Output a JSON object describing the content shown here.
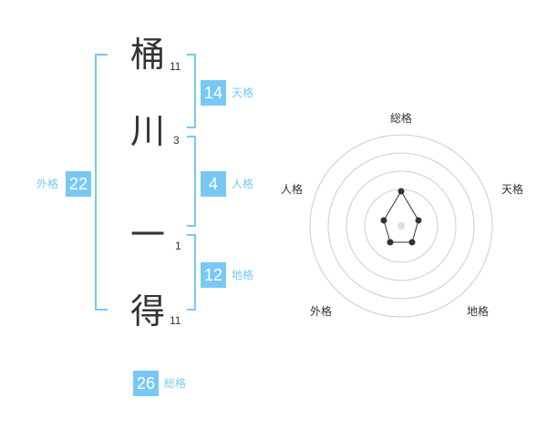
{
  "name": {
    "characters": [
      {
        "char": "桶",
        "strokes": "11"
      },
      {
        "char": "川",
        "strokes": "3"
      },
      {
        "char": "一",
        "strokes": "1"
      },
      {
        "char": "得",
        "strokes": "11"
      }
    ]
  },
  "fortune": {
    "tenkaku": {
      "label": "天格",
      "value": "14"
    },
    "jinkaku": {
      "label": "人格",
      "value": "4"
    },
    "chikaku": {
      "label": "地格",
      "value": "12"
    },
    "gaikaku": {
      "label": "外格",
      "value": "22"
    },
    "soukaku": {
      "label": "総格",
      "value": "26"
    }
  },
  "radar": {
    "axis_labels": {
      "top": "総格",
      "right": "天格",
      "bottom_right": "地格",
      "bottom_left": "外格",
      "left": "人格"
    },
    "colors": {
      "ring": "#cccccc",
      "line": "#333333",
      "center_dot": "#dddddd"
    }
  },
  "colors": {
    "accent": "#79c8f4",
    "text": "#333333"
  }
}
